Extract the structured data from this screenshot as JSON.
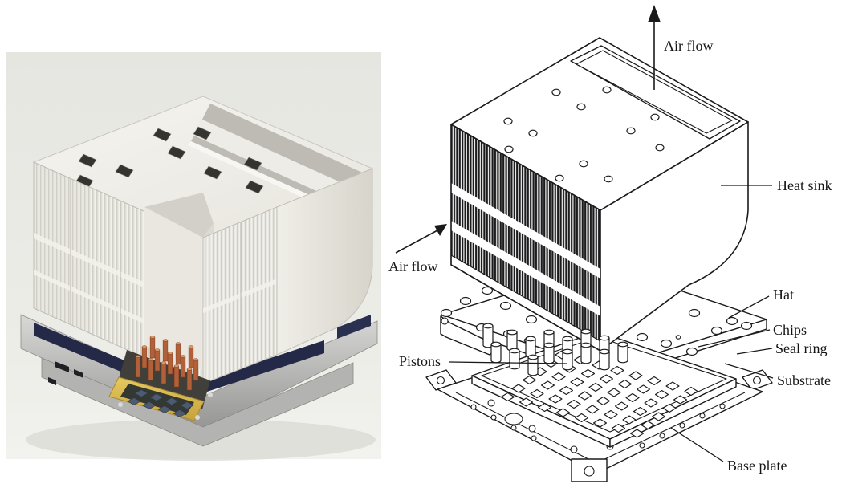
{
  "figure": {
    "type": "two-panel figure: photograph (left) and exploded line diagram (right) of an air-cooled thermal conduction module"
  },
  "diagram": {
    "labels": {
      "air_flow_top": "Air flow",
      "air_flow_side": "Air flow",
      "heat_sink": "Heat sink",
      "hat": "Hat",
      "chips": "Chips",
      "seal_ring": "Seal ring",
      "substrate": "Substrate",
      "pistons": "Pistons",
      "base_plate": "Base plate"
    },
    "ink_color": "#1a1a1a",
    "paper_color": "#ffffff"
  },
  "photo": {
    "colors": {
      "background": "#e9e9e4",
      "module_body": "#eceae4",
      "metal_base": "#b9b9b7",
      "clamp_navy": "#232946",
      "piston_copper": "#c0703f",
      "substrate_gold": "#d9ba4e",
      "chip_dark": "#4d5a72"
    }
  }
}
